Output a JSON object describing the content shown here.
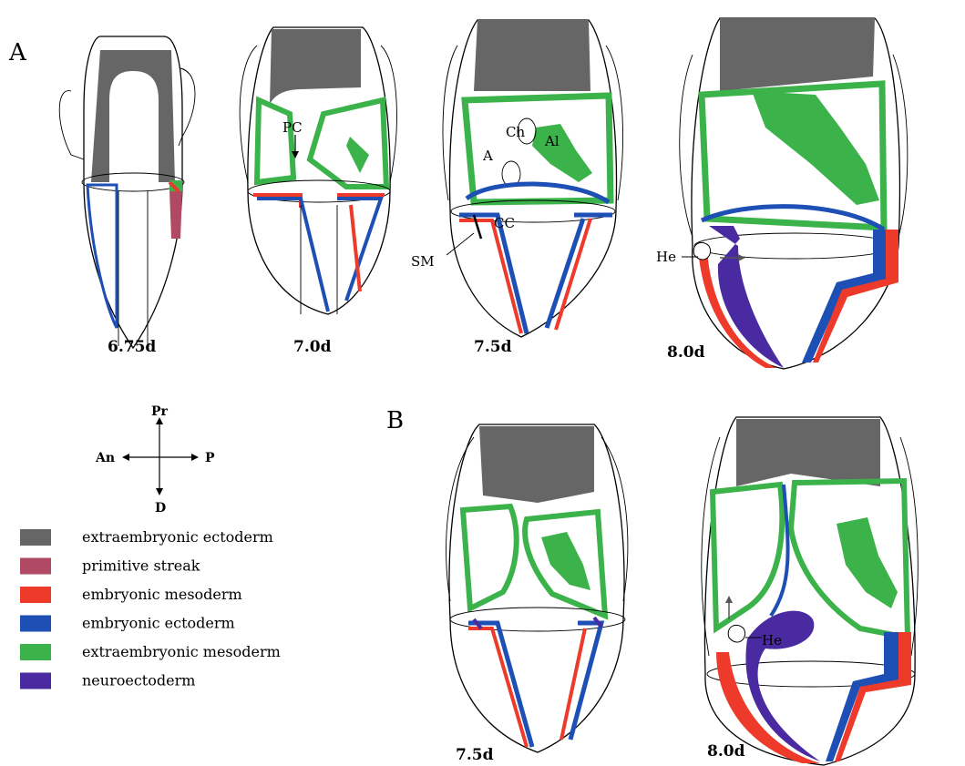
{
  "panels": {
    "a_label": "A",
    "b_label": "B"
  },
  "stages": {
    "a": [
      "6.75d",
      "7.0d",
      "7.5d",
      "8.0d"
    ],
    "b": [
      "7.5d",
      "8.0d"
    ]
  },
  "annotations": {
    "pc": "PC",
    "ch": "Ch",
    "al": "Al",
    "a": "A",
    "cc": "CC",
    "sm": "SM",
    "he_a": "He",
    "he_b": "He"
  },
  "compass": {
    "up": "Pr",
    "down": "D",
    "left": "An",
    "right": "P"
  },
  "legend": [
    {
      "label": "extraembryonic ectoderm",
      "color": "#666666"
    },
    {
      "label": "primitive streak",
      "color": "#b04a64"
    },
    {
      "label": "embryonic mesoderm",
      "color": "#ee3a2a"
    },
    {
      "label": "embryonic ectoderm",
      "color": "#1e4fb4"
    },
    {
      "label": "extraembryonic mesoderm",
      "color": "#3bb34a"
    },
    {
      "label": "neuroectoderm",
      "color": "#4a2aa0"
    }
  ]
}
